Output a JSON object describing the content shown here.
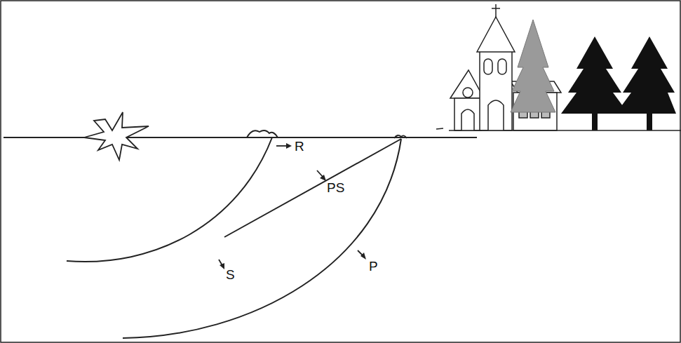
{
  "diagram": {
    "labels": [
      "R",
      "PS",
      "S",
      "P"
    ]
  }
}
